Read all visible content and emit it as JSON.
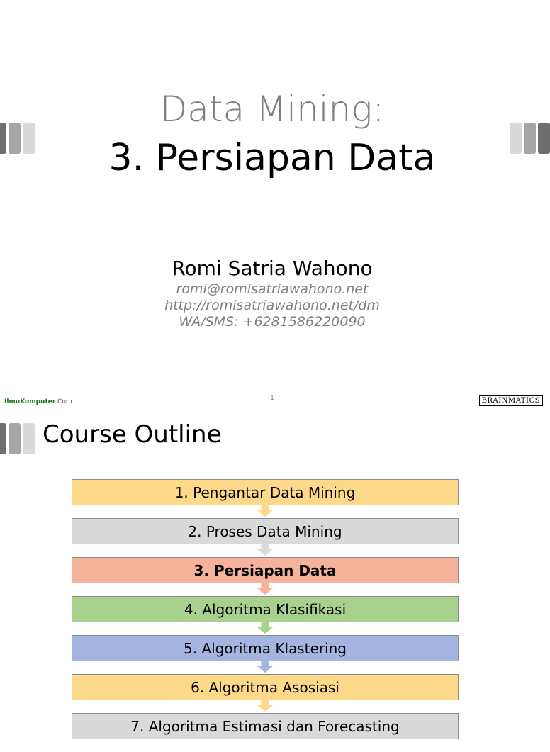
{
  "slide1": {
    "title_line1": "Data Mining:",
    "title_line2": "3. Persiapan Data",
    "author": "Romi Satria Wahono",
    "email": "romi@romisatriawahono.net",
    "url": "http://romisatriawahono.net/dm",
    "phone": "WA/SMS: +6281586220090",
    "footer": {
      "left_logo_main": "IlmuKomputer",
      "left_logo_suffix": ".Com",
      "page_number": "1",
      "right_logo": "BRAINMATICS"
    }
  },
  "slide2": {
    "title": "Course Outline",
    "steps": [
      {
        "label": "1. Pengantar Data Mining",
        "color": "#ffd98a",
        "bold": false
      },
      {
        "label": "2. Proses Data Mining",
        "color": "#d9d9d9",
        "bold": false
      },
      {
        "label": "3. Persiapan Data",
        "color": "#f4b39a",
        "bold": true
      },
      {
        "label": "4. Algoritma Klasifikasi",
        "color": "#a9d18e",
        "bold": false
      },
      {
        "label": "5. Algoritma Klastering",
        "color": "#a4b6e0",
        "bold": false
      },
      {
        "label": "6. Algoritma Asosiasi",
        "color": "#ffd98a",
        "bold": false
      },
      {
        "label": "7. Algoritma Estimasi dan Forecasting",
        "color": "#d9d9d9",
        "bold": false
      }
    ]
  },
  "colors": {
    "bar_dark": "#6e6e6e",
    "bar_mid": "#a6a6a6",
    "bar_light": "#d9d9d9"
  }
}
